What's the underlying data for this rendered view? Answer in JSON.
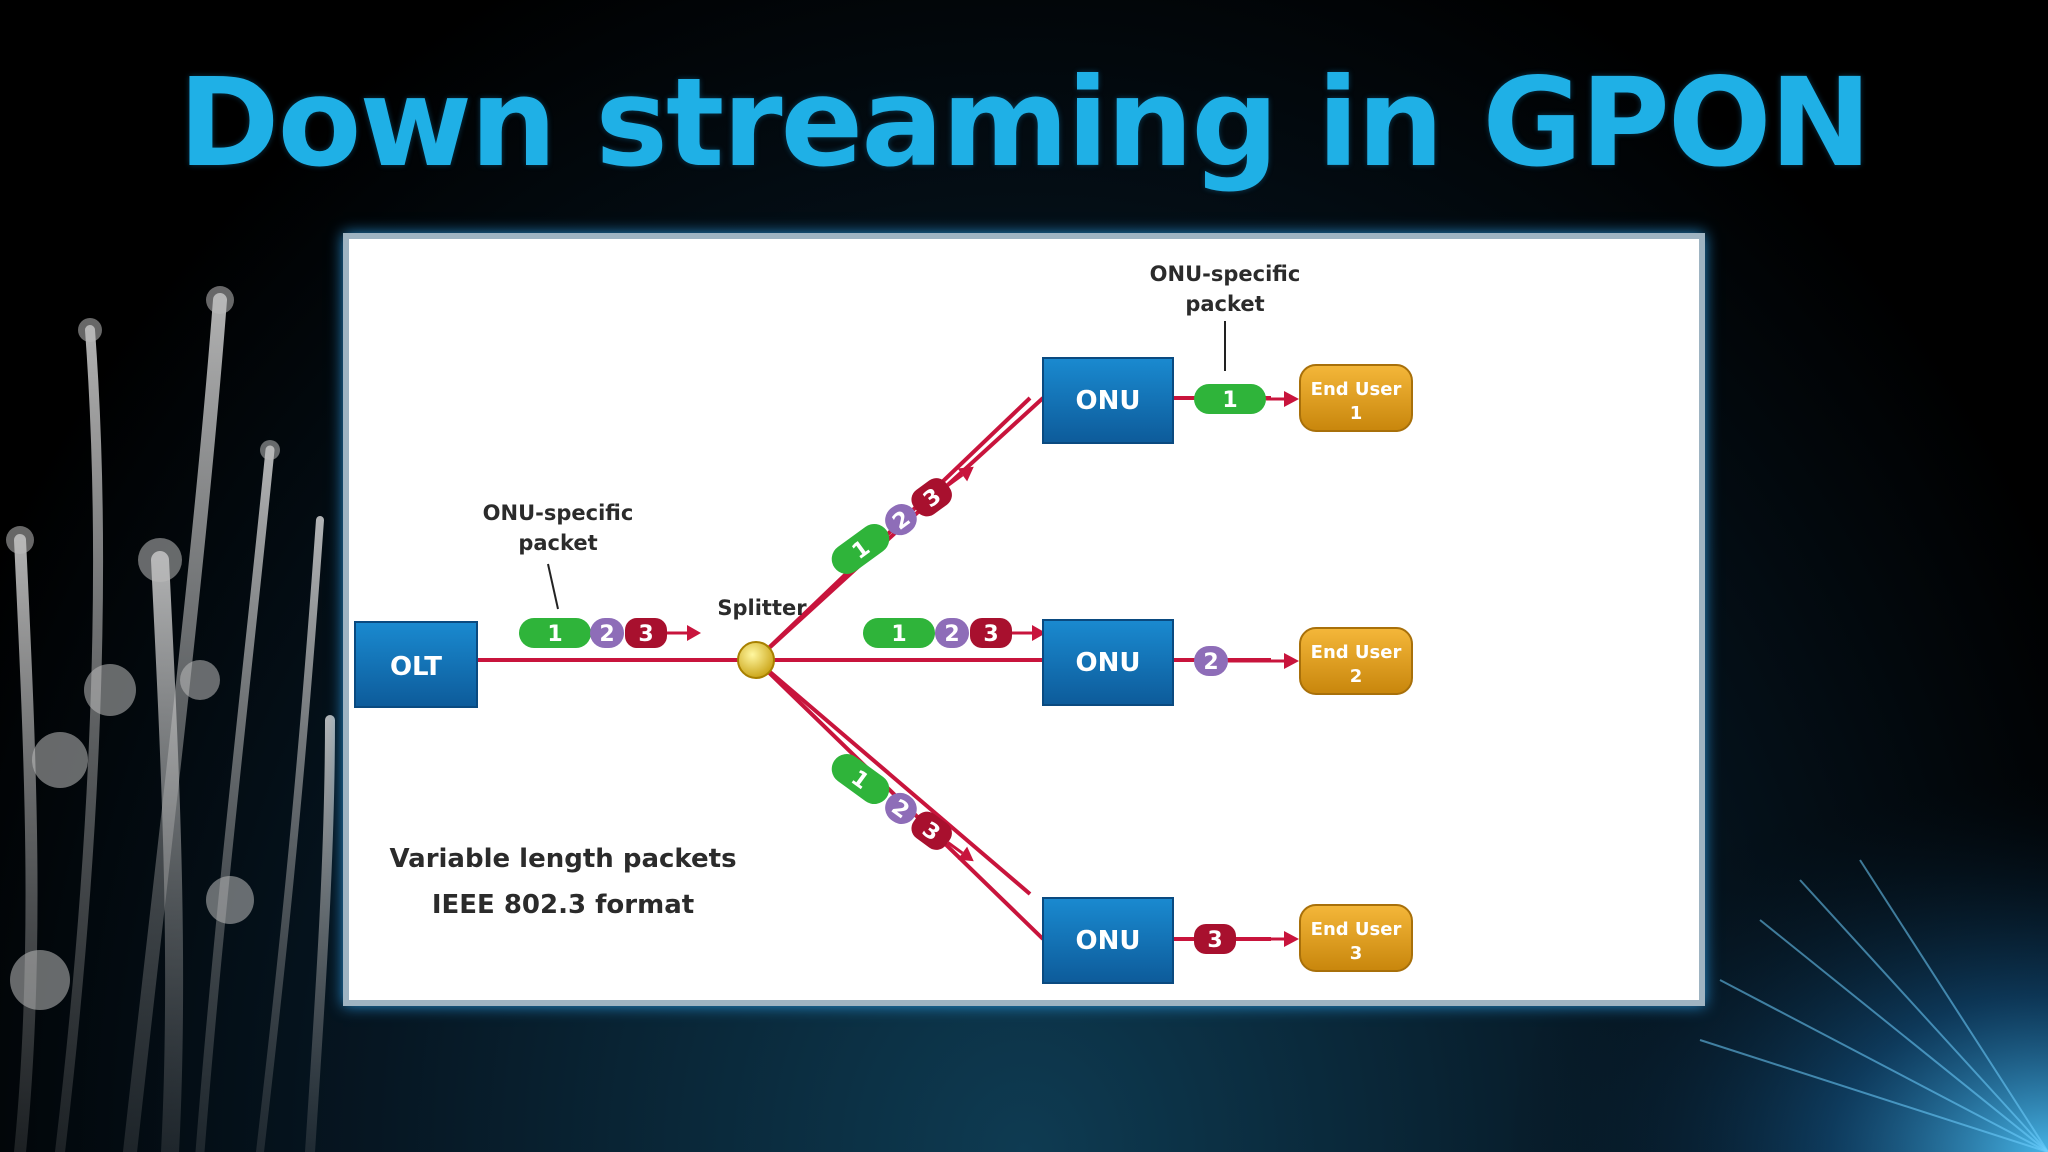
{
  "title": "Down streaming in GPON",
  "diagram": {
    "olt": "OLT",
    "splitter": "Splitter",
    "onu_label": "ONU",
    "onu_specific_left": [
      "ONU-specific",
      "packet"
    ],
    "onu_specific_top": [
      "ONU-specific",
      "packet"
    ],
    "packets": [
      "1",
      "2",
      "3"
    ],
    "end_users": [
      {
        "line1": "End User",
        "line2": "1"
      },
      {
        "line1": "End User",
        "line2": "2"
      },
      {
        "line1": "End User",
        "line2": "3"
      }
    ],
    "caption": [
      "Variable length packets",
      "IEEE 802.3 format"
    ]
  },
  "colors": {
    "title": "#1fb0e6",
    "box": "#1273b8",
    "line": "#c8143c",
    "packet1": "#2fb43a",
    "packet2": "#8e6db8",
    "packet3": "#a8102e",
    "end_user": "#e3a11a",
    "splitter": "#e6c21a"
  }
}
